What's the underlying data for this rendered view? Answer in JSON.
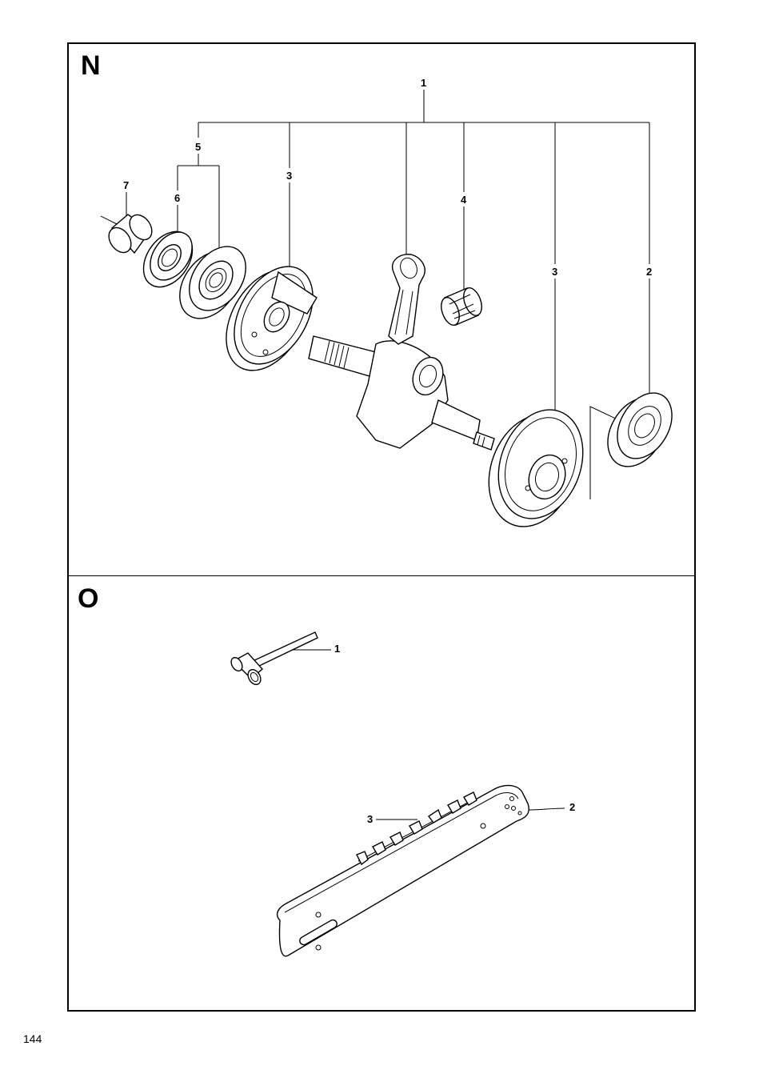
{
  "page": {
    "number": "144"
  },
  "sections": [
    {
      "letter": "N",
      "callouts": [
        "1",
        "5",
        "3",
        "7",
        "6",
        "4",
        "3",
        "2"
      ]
    },
    {
      "letter": "O",
      "callouts": [
        "1",
        "3",
        "2"
      ]
    }
  ]
}
